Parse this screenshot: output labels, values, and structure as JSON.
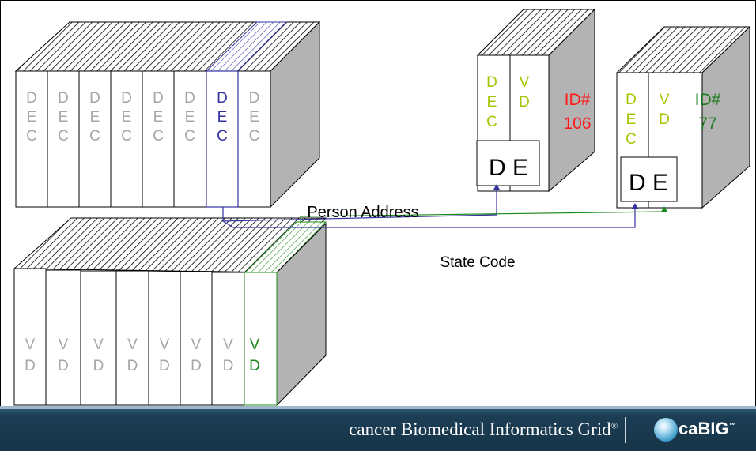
{
  "top_binder_labels": [
    "D\nE\nC",
    "D\nE\nC",
    "D\nE\nC",
    "D\nE\nC",
    "D\nE\nC",
    "D\nE\nC",
    "D\nE\nC",
    "D\nE\nC"
  ],
  "bottom_binder_labels": [
    "V\nD",
    "V\nD",
    "V\nD",
    "V\nD",
    "V\nD",
    "V\nD",
    "V\nD",
    "V\nD"
  ],
  "card1": {
    "dec": "D\nE\nC",
    "vd": "V\nD",
    "id": "ID#\n106",
    "de": "D E"
  },
  "card2": {
    "dec": "D\nE\nC",
    "vd": "V\nD",
    "id": "ID#\n77",
    "de": "D E"
  },
  "person_address_label": "Person Address",
  "state_code_label": "State Code",
  "footer": {
    "title": "cancer Biomedical Informatics Grid",
    "trademark": "®",
    "logo_text": "caBIG",
    "logo_tm": "™"
  },
  "colors": {
    "gray_text": "#a6a6a6",
    "blue": "#3333a0",
    "green": "#1a8a1a",
    "yellow_green": "#a8c400",
    "red": "#ff1a1a",
    "dark_green": "#1a7a1a",
    "footer_bg": "#1c3e55"
  }
}
